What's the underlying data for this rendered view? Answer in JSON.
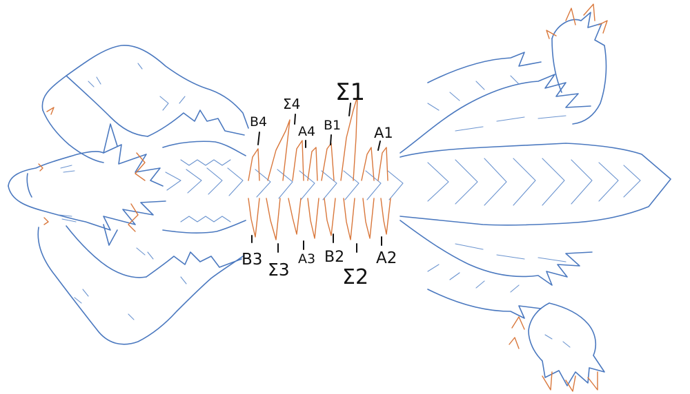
{
  "colors": {
    "outline": "#4a78bf",
    "spikes": "#d9773b",
    "labels": "#111111"
  },
  "labels": {
    "sigma1": "Σ1",
    "sigma2": "Σ2",
    "sigma3": "Σ3",
    "sigma4": "Σ4",
    "a1": "A1",
    "a2": "A2",
    "a3": "A3",
    "a4": "A4",
    "b1": "B1",
    "b2": "B2",
    "b3": "B3",
    "b4": "B4"
  }
}
